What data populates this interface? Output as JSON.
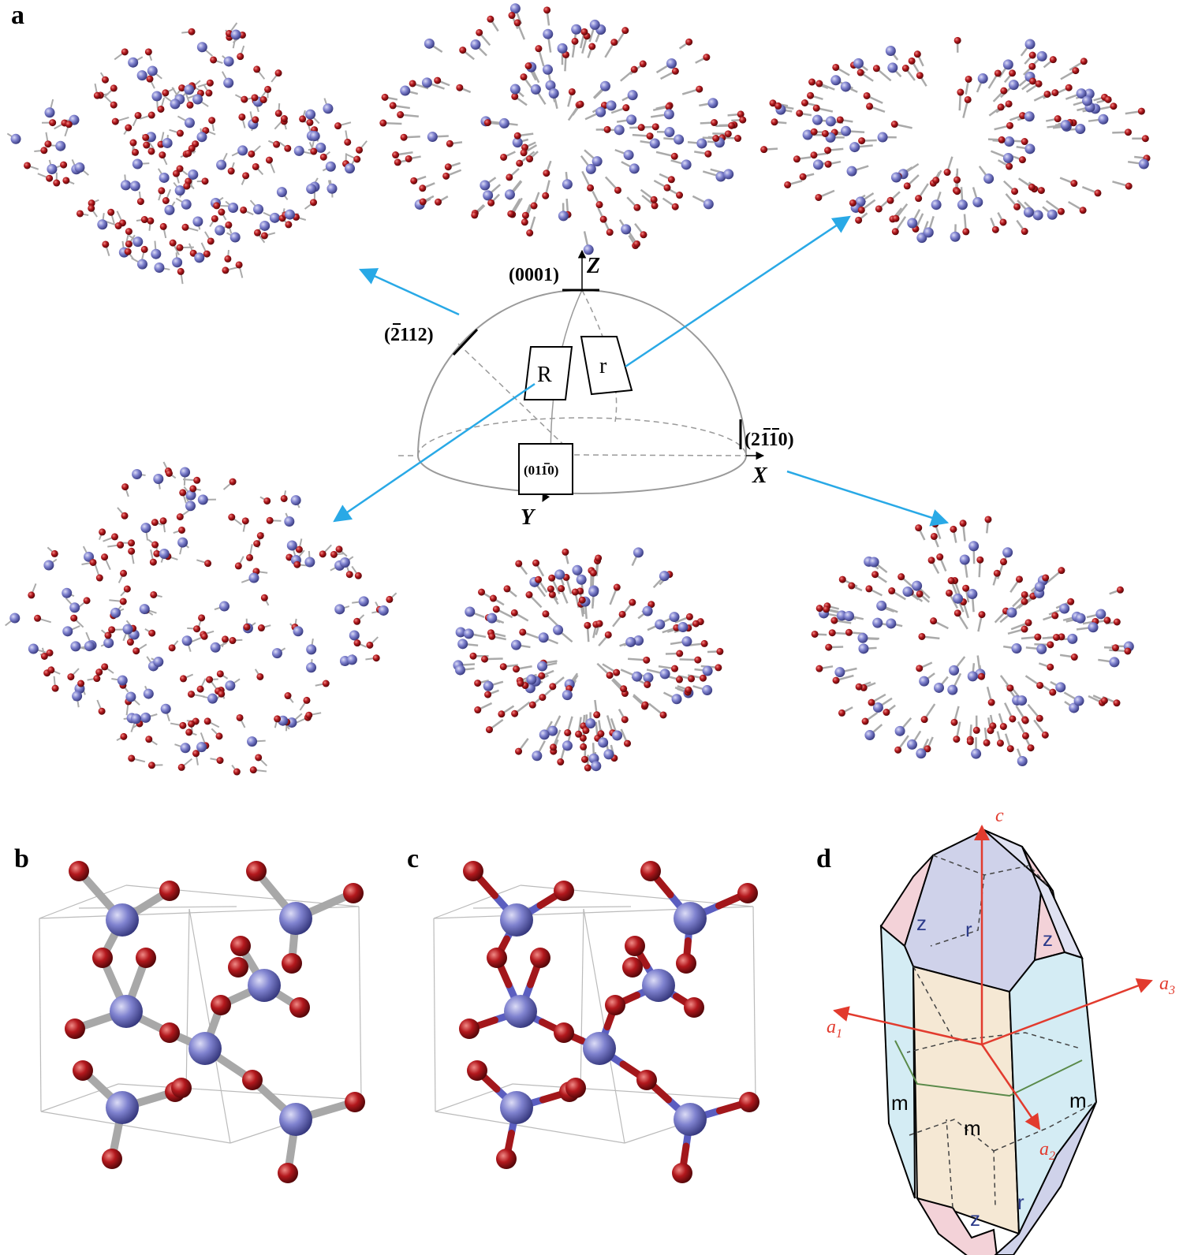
{
  "panels": {
    "a": "a",
    "b": "b",
    "c": "c",
    "d": "d"
  },
  "stereogram": {
    "axes": {
      "z": "Z",
      "x": "X",
      "y": "Y"
    },
    "planes": {
      "basal": "(0001)",
      "pyramid": "(2112)",
      "prism_a": "(2110)",
      "prism_m": "(0110)"
    },
    "faces": {
      "R": "R",
      "r": "r"
    }
  },
  "crystal": {
    "axes": {
      "c": "c",
      "a1": "a",
      "a1_sub": "1",
      "a2": "a",
      "a2_sub": "2",
      "a3": "a",
      "a3_sub": "3"
    },
    "faces": {
      "r_top": "r",
      "z_left": "z",
      "z_right": "z",
      "m_left": "m",
      "m_center": "m",
      "m_right": "m",
      "z_bottom": "z",
      "r_bottom": "r"
    }
  },
  "colors": {
    "silicon_atom": "#7f82cf",
    "oxygen_atom": "#b3181d",
    "bond": "#aaaaaa",
    "arrow": "#29a9e6",
    "crystal_axis": "#e23b2e",
    "face_r": "#cfd2ea",
    "face_z": "#f3d2d8",
    "face_m_side": "#d4ecf4",
    "face_m_front": "#f5e8d4"
  }
}
